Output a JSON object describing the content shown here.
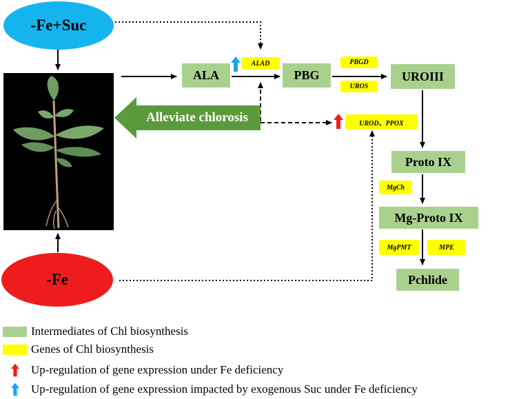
{
  "ellipses": {
    "fe_suc": "-Fe+Suc",
    "fe": "-Fe"
  },
  "nodes": {
    "ala": "ALA",
    "pbg": "PBG",
    "uroiii": "UROIII",
    "proto_ix": "Proto IX",
    "mg_proto_ix": "Mg-Proto IX",
    "pchlide": "Pchlide"
  },
  "genes": {
    "alad": "ALAD",
    "pbgd": "PBGD",
    "uros": "UROS",
    "urod_ppox": "UROD、PPOX",
    "mgch": "MgCh",
    "mgpmt": "MgPMT",
    "mpe": "MPE"
  },
  "alleviate": "Alleviate  chlorosis",
  "legend": [
    {
      "kind": "swatch",
      "color": "#a9d18e",
      "text": "Intermediates of Chl biosynthesis"
    },
    {
      "kind": "swatch",
      "color": "#ffff00",
      "text": "Genes of Chl biosynthesis"
    },
    {
      "kind": "arrow",
      "color": "#ee1c1c",
      "text": "Up-regulation of gene expression under Fe deficiency"
    },
    {
      "kind": "arrow",
      "color": "#16a6ee",
      "text": "Up-regulation of gene expression impacted by exogenous Suc under Fe deficiency"
    }
  ],
  "colors": {
    "intermediate": "#a9d18e",
    "gene": "#ffff00",
    "fe_suc": "#16b4ee",
    "fe": "#ee1c1c",
    "alleviate": "#5a9a3c"
  }
}
